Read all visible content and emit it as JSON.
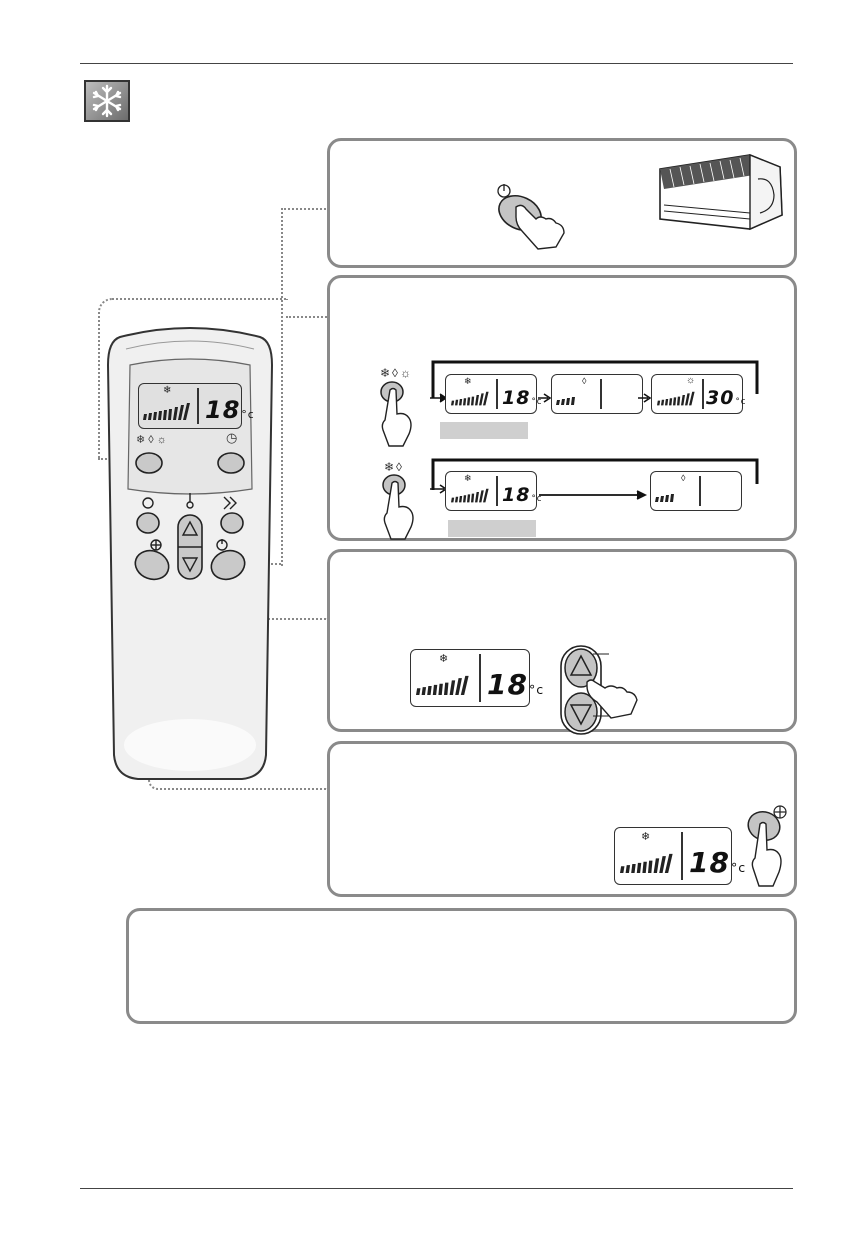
{
  "mode_icon": "snowflake-icon",
  "main_unit": {
    "name": "indoor-unit-illustration"
  },
  "remote": {
    "display": {
      "temp": "18",
      "unit": "°c",
      "mode_symbol": "❄"
    },
    "mode_button_symbols": "❄ ◊ ☼",
    "timer_symbol": "◷"
  },
  "panel_mode": {
    "sequence_a": [
      {
        "temp": "18",
        "unit": "°c",
        "sym": "❄"
      },
      {
        "temp": "",
        "unit": "",
        "sym": "◊"
      },
      {
        "temp": "30",
        "unit": "°c",
        "sym": "☼"
      }
    ],
    "sequence_b": [
      {
        "temp": "18",
        "unit": "°c",
        "sym": "❄"
      },
      {
        "temp": "",
        "unit": "",
        "sym": "◊"
      }
    ],
    "button_a_symbols": "❄◊☼",
    "button_b_symbols": "❄◊"
  },
  "panel_temp": {
    "display": {
      "temp": "18",
      "unit": "°c",
      "sym": "❄"
    }
  },
  "panel_fan": {
    "display": {
      "temp": "18",
      "unit": "°c",
      "sym": "❄"
    }
  }
}
